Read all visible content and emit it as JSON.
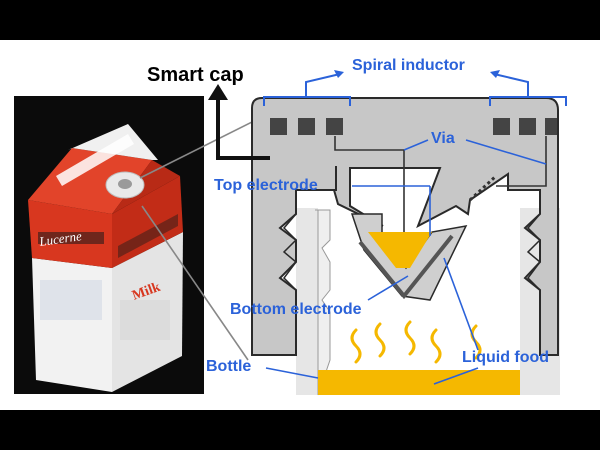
{
  "diagram": {
    "title": "Smart cap",
    "labels": {
      "spiral_inductor": "Spiral inductor",
      "via": "Via",
      "top_electrode": "Top electrode",
      "bottom_electrode": "Bottom electrode",
      "bottle": "Bottle",
      "liquid_food": "Liquid food"
    },
    "colors": {
      "label": "#2b62d9",
      "cap_gray": "#c7c7c7",
      "liquid": "#f5b800",
      "carton_red": "#d8371f"
    }
  },
  "photo": {
    "brand": "Lucerne",
    "product": "Milk"
  }
}
